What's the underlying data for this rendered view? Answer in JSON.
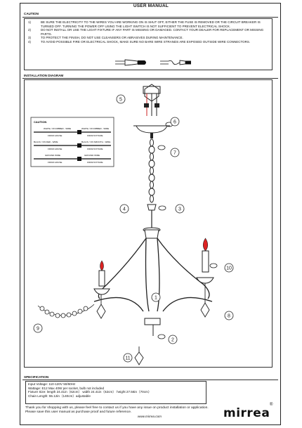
{
  "header": {
    "title": "USER MANUAL"
  },
  "caution": {
    "label": "CAUTION",
    "items": [
      {
        "num": "1)",
        "text": "BE SURE THE ELECTRICITY TO THE WIRES YOU ARE WORKING ON IS SHUT OFF, EITHER THE FUSE IS REMOVED OR THE CIRCUIT BREAKER IS TURNED OFF. TURNING THE POWER OFF USING THE LIGHT SWITCH IS NOT SUFFICIENT TO PREVENT ELECTRICAL SHOCK."
      },
      {
        "num": "2)",
        "text": "DO NOT INSTALL OR USE THE LIGHT FIXTURE IF ANY PART IS MISSING OR DAMAGED. CONTACT YOUR DEALER FOR REPLACEMENT OR MISSING PARTS."
      },
      {
        "num": "3)",
        "text": "TO PROTECT THE FINISH, DO NOT USE CLEANSERS OR ABRASIVES DURING MAINTENANCE."
      },
      {
        "num": "4)",
        "text": "TO AVOID POSSIBLE FIRE OR ELECTRICAL SHOCK, MAKE SURE NO BARE WIRE STRANDS ARE EXPOSED OUTSIDE WIRE CONNECTORS."
      }
    ]
  },
  "installation": {
    "label": "INSTALLATION DIAGRAM",
    "wiring_caution": {
      "title": "CAUTION",
      "rows": [
        {
          "left_wire": "WHITE / ON RIBBED - WIRE",
          "right_wire": "WHITE / ON RIBBED - WIRE",
          "left_from": "FROM HOUSE",
          "right_from": "FROM FIXTURE"
        },
        {
          "left_wire": "BLACK / ON RED - WIRE",
          "right_wire": "BLACK / ON SMOOTH - WIRE",
          "left_from": "FROM HOUSE",
          "right_from": "FROM FIXTURE"
        },
        {
          "left_wire": "GROUND WIRE",
          "right_wire": "GROUND WIRE",
          "left_from": "FROM HOUSE",
          "right_from": "FROM FIXTURE"
        }
      ]
    },
    "callouts": [
      "5",
      "6",
      "7",
      "4",
      "3",
      "10",
      "1",
      "8",
      "9",
      "2",
      "11"
    ]
  },
  "specification": {
    "label": "SPECIFICATION",
    "lines": [
      "Input Voltage: 110-120V 50/60Hz",
      "Wattage: E12 Max 40W per socket, bulb not included",
      "Fixture Size: length 24.41in（62cm）  width 24.41in（62cm）  height 27.56in（70cm）",
      "Chain Length: 55.12in（140cm）adjustable"
    ]
  },
  "footer": {
    "text": "Thank you for shopping with us, please feel free to contact us if you have any issue on product installation or application. Please save this user manual as purchase proof and future reference.",
    "url": "www.mirrea.com",
    "brand": "mirrea",
    "trademark": "®"
  }
}
